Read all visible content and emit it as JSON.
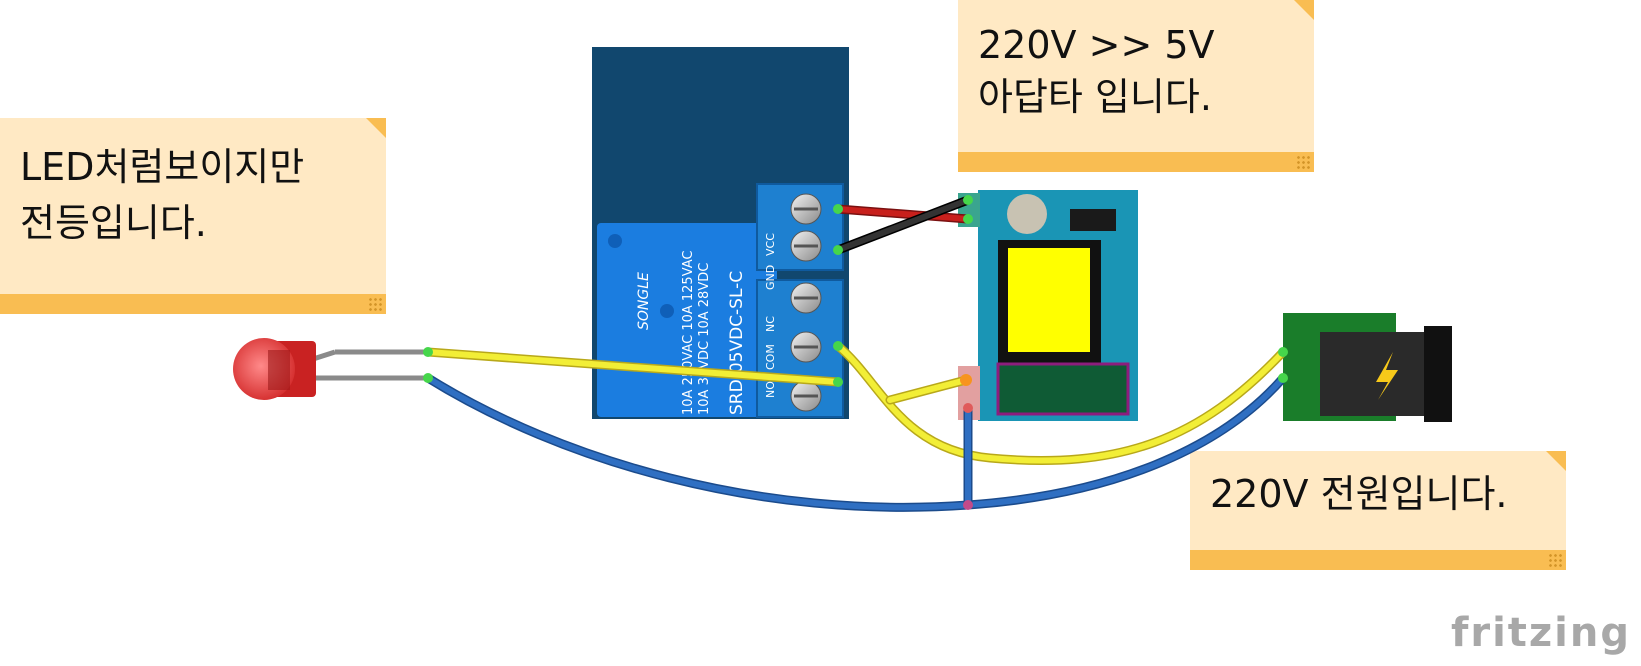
{
  "notes": {
    "led": {
      "line1": "LED처럼보이지만",
      "line2": "전등입니다."
    },
    "adapter": {
      "line1": "220V >> 5V",
      "line2": "아답타 입니다."
    },
    "power": {
      "line1": "220V 전원입니다."
    }
  },
  "relay": {
    "brand": "SONGLE",
    "model": "SRD-05VDC-SL-C",
    "rating1": "10A 250VAC   10A 125VAC",
    "rating2": "10A 30VDC    10A 28VDC",
    "pins_power": [
      "VCC",
      "GND"
    ],
    "pins_switch": [
      "NC",
      "COM",
      "NO"
    ]
  },
  "logo": "fritzing",
  "colors": {
    "relay_board": "#11476e",
    "relay_body": "#1b7de0",
    "terminal": "#1e80d0",
    "adapter_board": "#1a95b5",
    "jack_board": "#1a7d2a",
    "wire_yellow": "#f2ee36",
    "wire_blue": "#2f6fc2",
    "wire_red": "#c8201c",
    "wire_black": "#222222",
    "led_red": "#e23a3a",
    "note_bg": "#ffe9c4",
    "note_bar": "#f9bd52"
  }
}
